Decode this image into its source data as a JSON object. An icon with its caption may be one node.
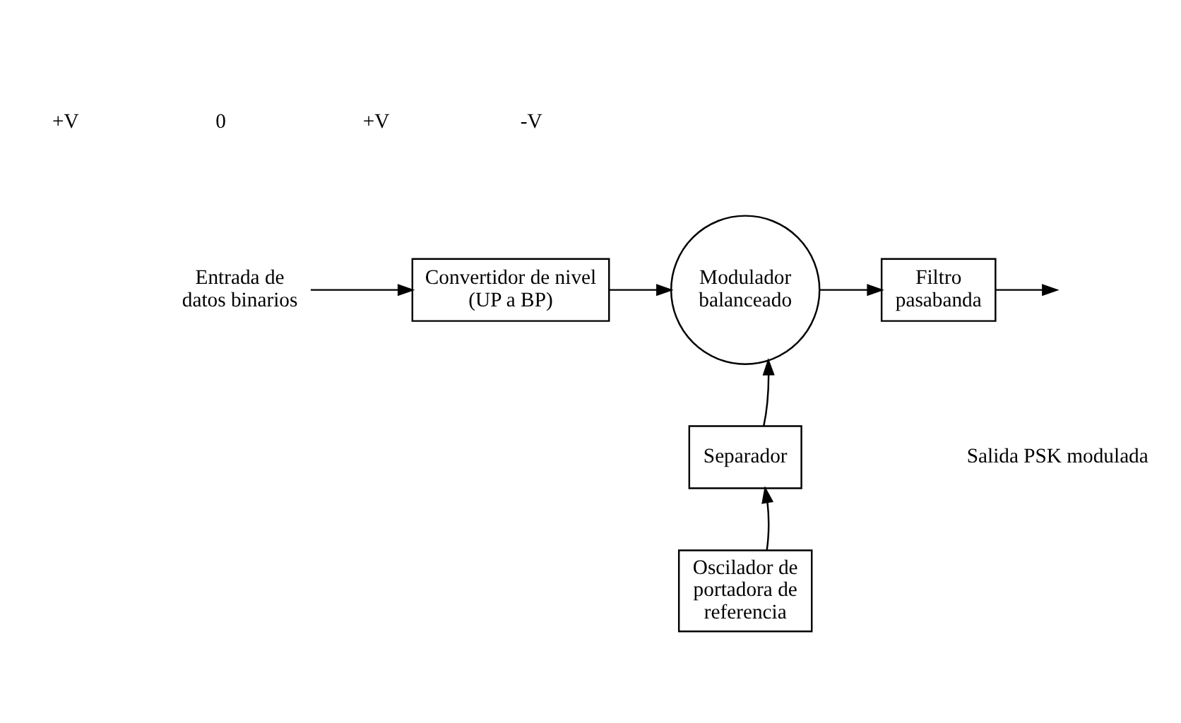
{
  "diagram": {
    "nodes": [
      {
        "text": [
          "Entrada de datos binarios"
        ]
      },
      {
        "text": [
          "Convertidor de nivel (UP a BP)"
        ]
      },
      {
        "text": [
          "Modulador balanceado"
        ]
      },
      {
        "text": [
          "Filtro pasabanda"
        ]
      },
      {
        "text": [
          "Separador"
        ]
      },
      {
        "text": [
          "Oscilador de portadora de referencia"
        ]
      }
    ],
    "edges": [
      {
        "from": 0,
        "to": 1,
        "arrow": "to"
      },
      {
        "from": 1,
        "to": 2,
        "arrow": "to"
      },
      {
        "from": 2,
        "to": 3,
        "arrow": "to"
      },
      {
        "from": 3,
        "to": null,
        "arrow": "to"
      },
      {
        "from": 4,
        "to": 2,
        "arrow": "to"
      },
      {
        "from": 5,
        "to": 4,
        "arrow": "to"
      }
    ],
    "labels": [
      "+V",
      "0",
      "+V",
      "-V",
      "Salida PSK modulada"
    ]
  }
}
